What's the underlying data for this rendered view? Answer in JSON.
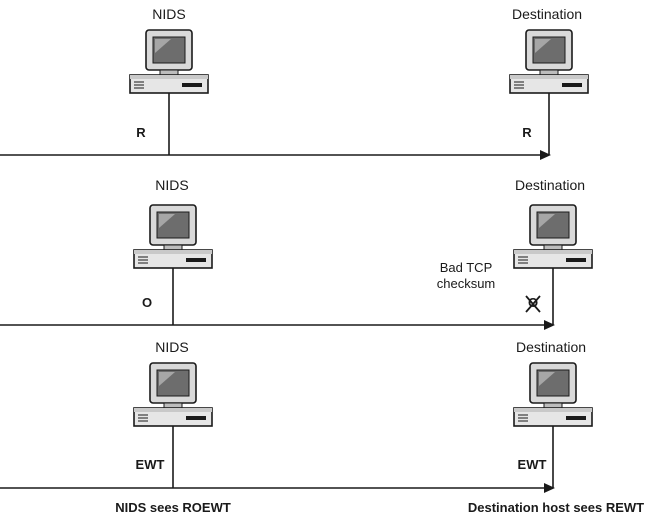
{
  "panels": [
    {
      "nids_label": "NIDS",
      "dest_label": "Destination",
      "nids_packet": "R",
      "dest_packet": "R"
    },
    {
      "nids_label": "NIDS",
      "dest_label": "Destination",
      "nids_packet": "O",
      "dest_note_line1": "Bad TCP",
      "dest_note_line2": "checksum",
      "dest_packet": "O",
      "dest_packet_state": "dropped"
    },
    {
      "nids_label": "NIDS",
      "dest_label": "Destination",
      "nids_packet": "EWT",
      "dest_packet": "EWT"
    }
  ],
  "summary": {
    "nids": "NIDS sees ROEWT",
    "destination": "Destination host sees REWT"
  },
  "icons": {
    "computer": "computer-icon",
    "drop": "cross-out-icon"
  },
  "colors": {
    "line": "#1a1a1a",
    "monitor_body": "#d9d9d9",
    "screen": "#6d6d6d"
  }
}
